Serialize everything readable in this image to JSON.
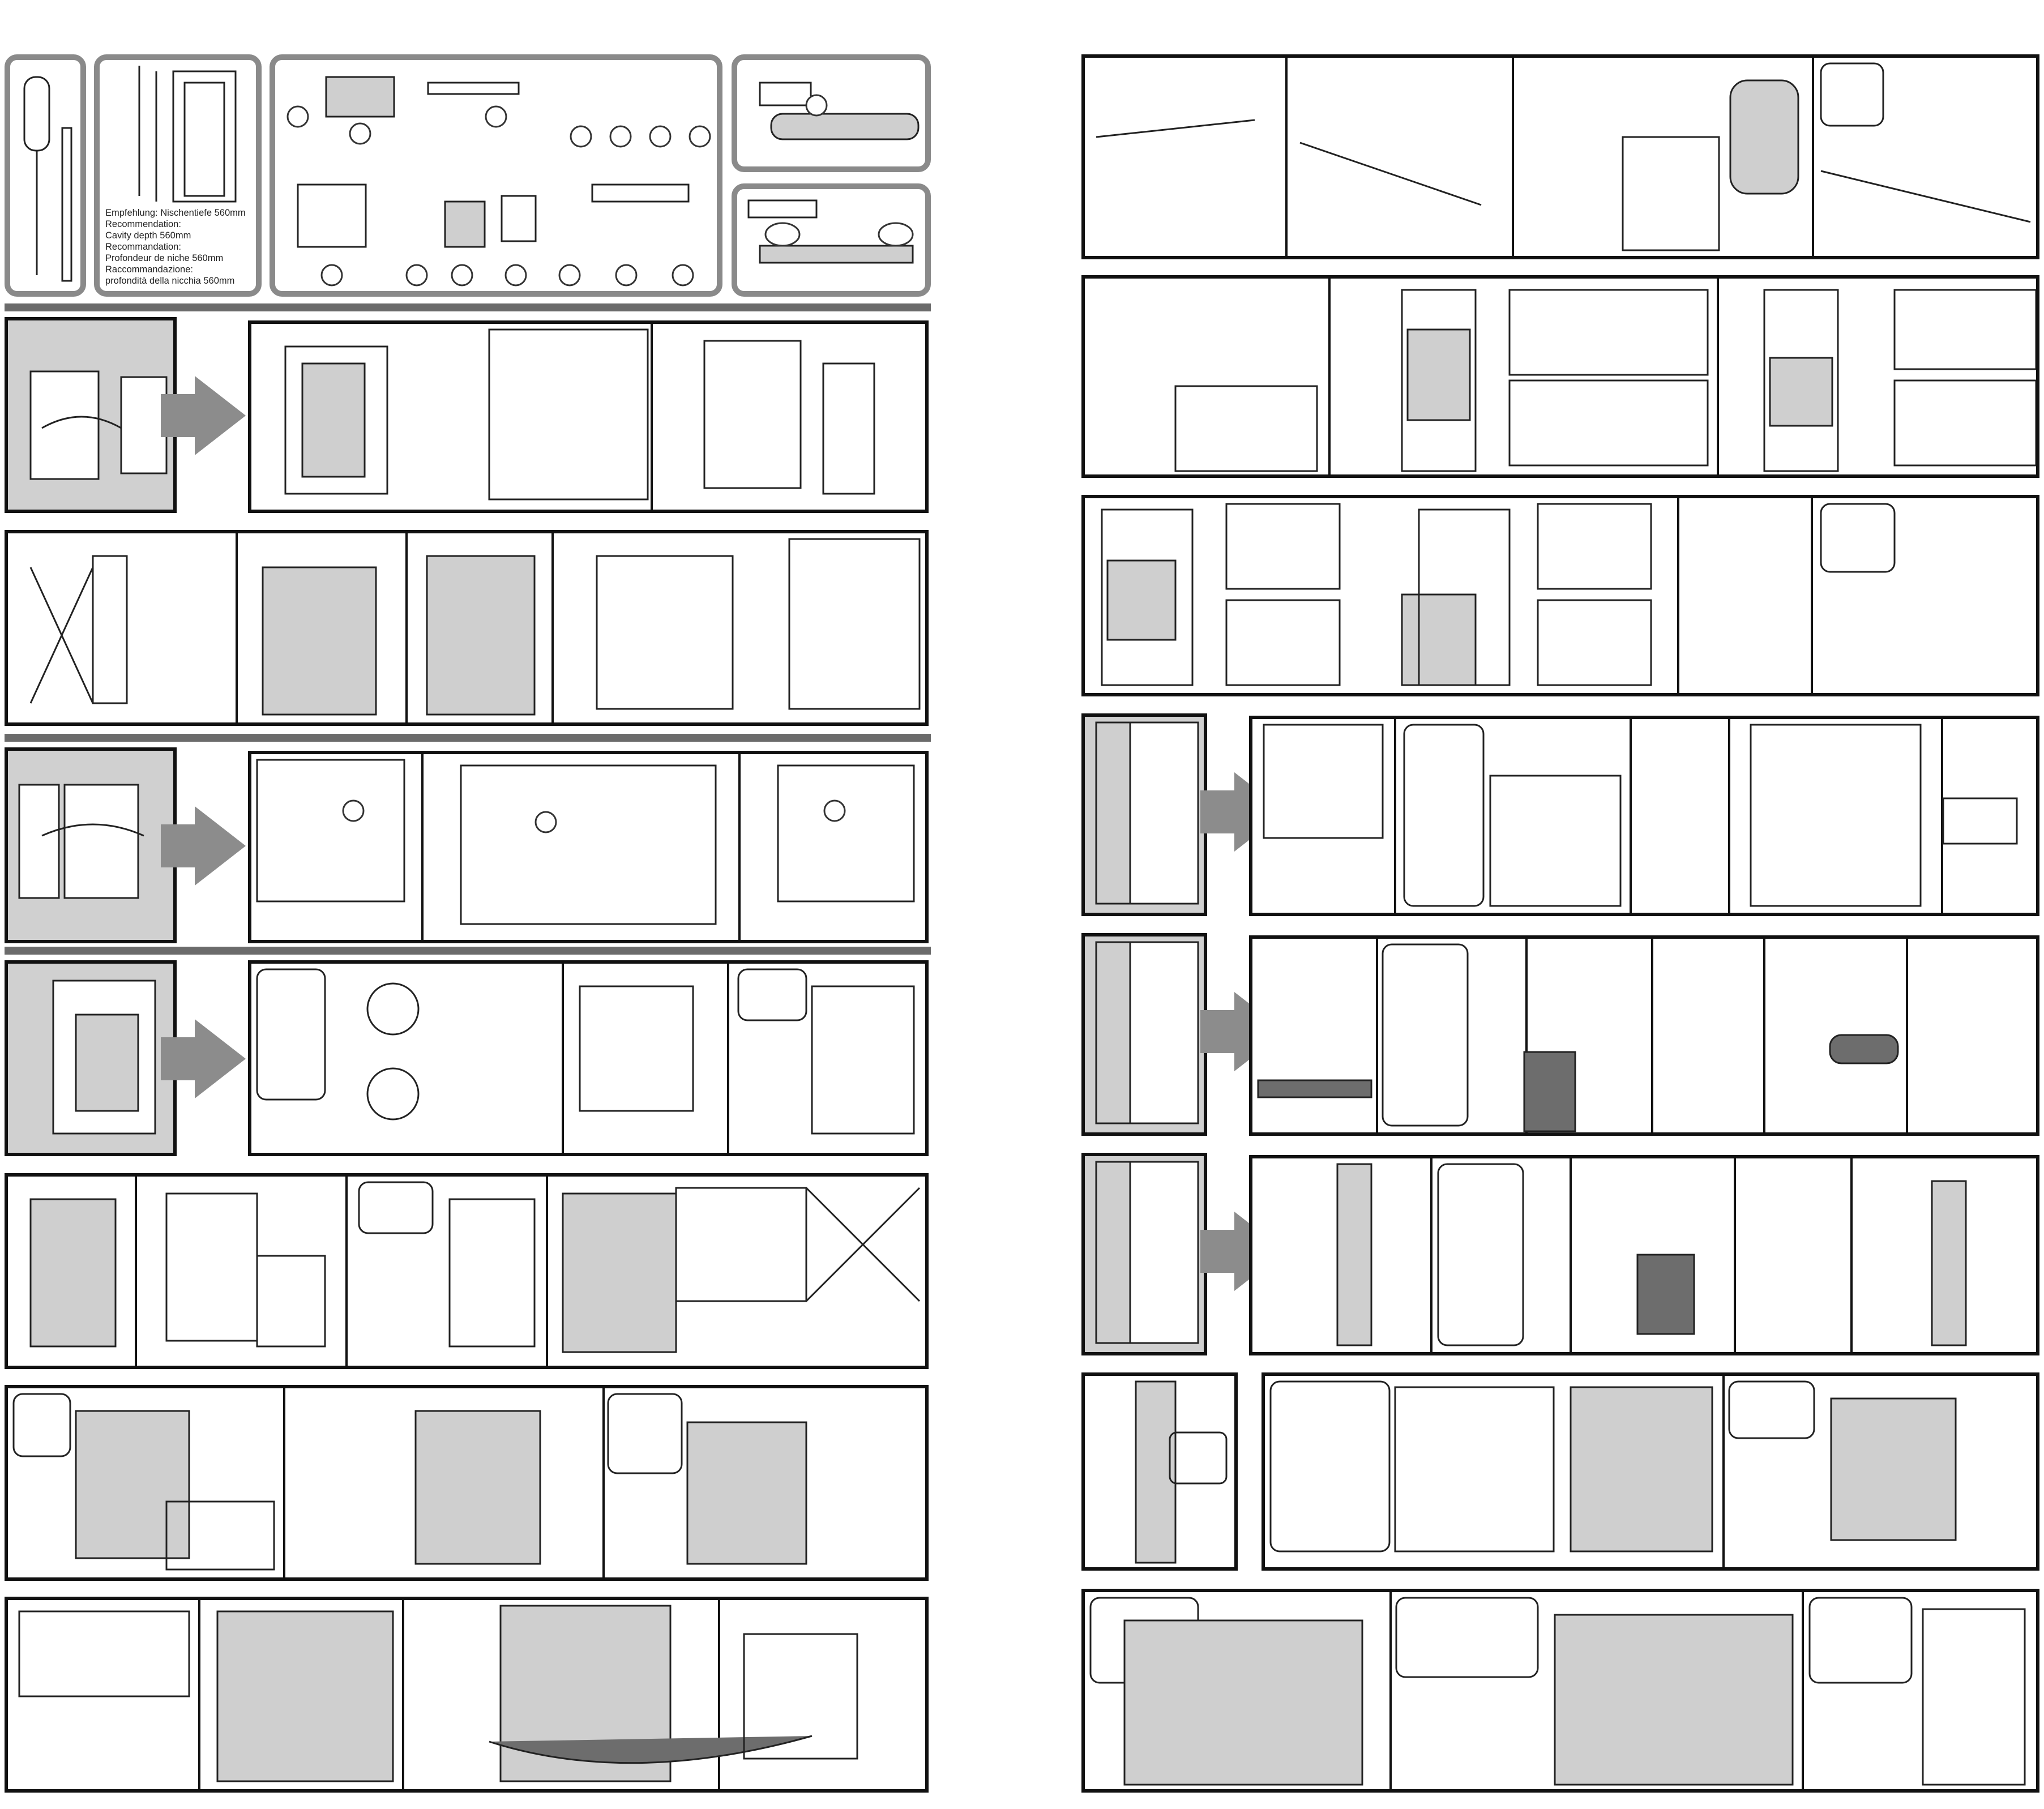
{
  "cavity_note": {
    "de": "Empfehlung: Nischentiefe 560mm",
    "en_1": "Recommendation:",
    "en_2": "Cavity depth 560mm",
    "fr_1": "Recommandation:",
    "fr_2": "Profondeur de niche 560mm",
    "it_1": "Raccommandazione:",
    "it_2": "profondità della nicchia 560mm"
  },
  "colors": {
    "frame": "#111111",
    "rounded_frame": "#8a8a8a",
    "step_background": "#d0d0d0",
    "arrow": "#8c8c8c"
  }
}
